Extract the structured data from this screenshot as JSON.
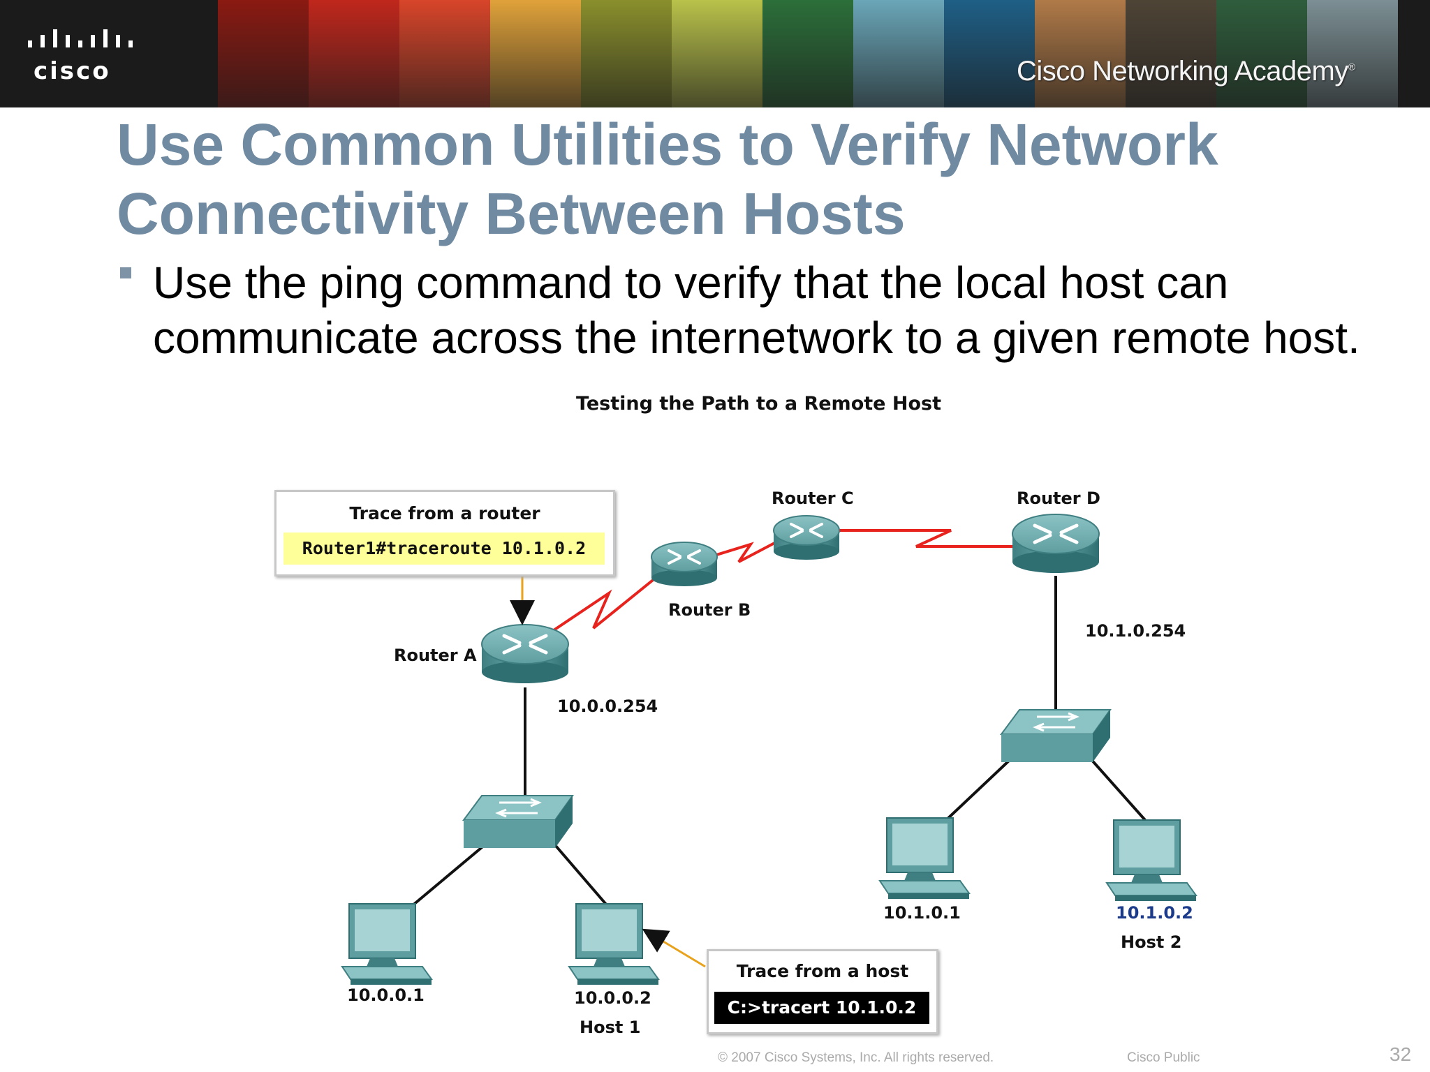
{
  "header": {
    "logo_text": "cisco",
    "academy_name": "Cisco Networking Academy",
    "academy_mark": "®",
    "photo_colors": [
      "#8a1a12",
      "#c0271c",
      "#d8452a",
      "#e0a23a",
      "#8a8f2c",
      "#b9c24a",
      "#2c6f3a",
      "#6aa6b8",
      "#1f5f86",
      "#b07a48",
      "#4e4436",
      "#2f5d3c",
      "#7c8f94"
    ]
  },
  "slide": {
    "title": "Use Common Utilities to Verify Network Connectivity Between Hosts",
    "bullet": "Use the ping command to verify that the local host can communicate across the internetwork to a given remote host."
  },
  "diagram": {
    "title": "Testing the Path to a Remote Host",
    "router_labels": {
      "a": "Router A",
      "b": "Router B",
      "c": "Router C",
      "d": "Router D"
    },
    "ip_labels": {
      "router_a_lan": "10.0.0.254",
      "router_d_lan": "10.1.0.254",
      "pc_left_1": "10.0.0.1",
      "pc_left_2": "10.0.0.2",
      "pc_right_1": "10.1.0.1",
      "pc_right_2": "10.1.0.2"
    },
    "host_labels": {
      "host1": "Host 1",
      "host2": "Host 2"
    },
    "router_trace": {
      "title": "Trace from a router",
      "command": "Router1#traceroute 10.1.0.2"
    },
    "host_trace": {
      "title": "Trace from a host",
      "command": "C:>tracert 10.1.0.2"
    },
    "colors": {
      "wan_link": "#e8221c",
      "lan_link": "#111111",
      "device": "#5f9ea0",
      "device_dark": "#2f6f72",
      "arrow": "#e8a21c",
      "highlight_ip": "#1b3a8a"
    }
  },
  "footer": {
    "copyright": "© 2007 Cisco Systems, Inc. All rights reserved.",
    "classification": "Cisco Public",
    "page_number": "32"
  }
}
